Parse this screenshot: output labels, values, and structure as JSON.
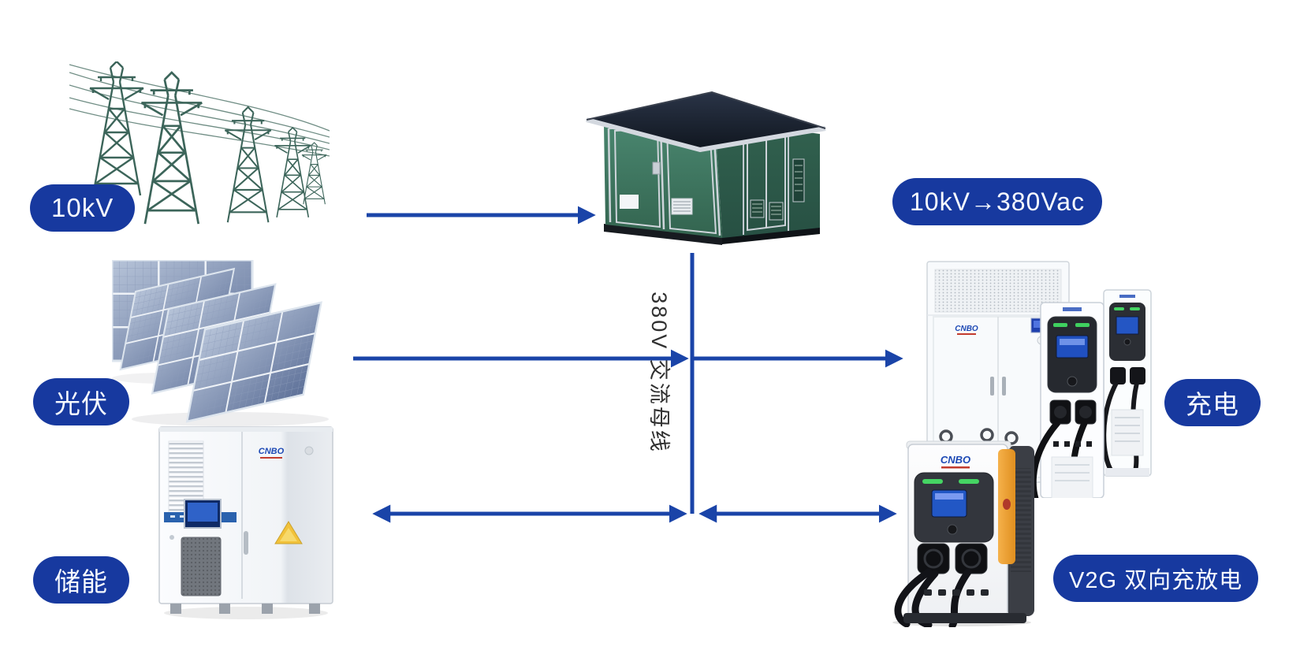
{
  "brand": {
    "logo_text": "CNBO"
  },
  "labels": {
    "grid": "10kV",
    "pv": "光伏",
    "storage": "储能",
    "transformer_io": "10kV→380Vac",
    "charging": "充电",
    "v2g": "V2G 双向充放电",
    "ac_bus": "380V 交流母线"
  },
  "colors": {
    "label_bg": "#17399f",
    "label_text": "#f7faff",
    "arrow_blue": "#1a44a8",
    "substation_green": "#3e7a63",
    "bus_text": "#303030",
    "v2g_accent_orange": "#f0a63c",
    "led_green": "#45d463"
  },
  "connections": [
    {
      "from": "10kV grid",
      "to": "box transformer substation",
      "direction": "one-way"
    },
    {
      "from": "box transformer substation",
      "to": "380V AC bus",
      "direction": "feed"
    },
    {
      "from": "solar PV",
      "to": "380V AC bus",
      "direction": "one-way"
    },
    {
      "from": "380V AC bus",
      "to": "charging station",
      "direction": "one-way"
    },
    {
      "from": "energy storage",
      "to": "380V AC bus",
      "direction": "two-way"
    },
    {
      "from": "380V AC bus",
      "to": "V2G charger",
      "direction": "two-way"
    }
  ],
  "equipment": [
    {
      "name": "transmission-towers",
      "label": "10kV"
    },
    {
      "name": "box-transformer-substation",
      "label": "10kV→380Vac"
    },
    {
      "name": "solar-panel-array",
      "label": "光伏"
    },
    {
      "name": "energy-storage-cabinet",
      "label": "储能"
    },
    {
      "name": "charging-station",
      "label": "充电"
    },
    {
      "name": "v2g-bidirectional-charger",
      "label": "V2G 双向充放电"
    }
  ]
}
